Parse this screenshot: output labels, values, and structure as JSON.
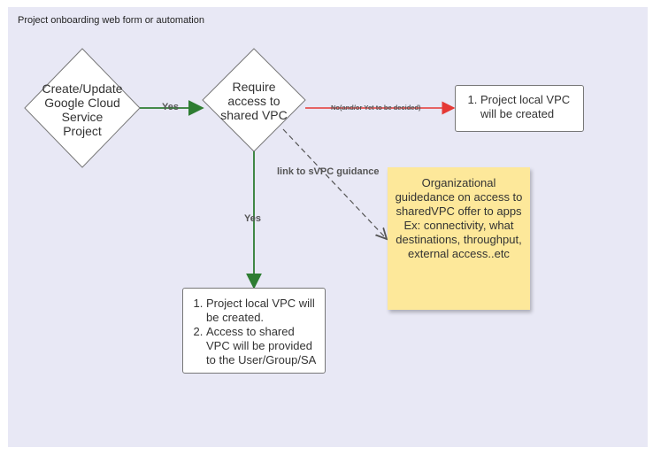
{
  "frame": {
    "title": "Project onboarding web form or automation"
  },
  "nodes": {
    "start": {
      "lines": [
        "Create/Update",
        "Google Cloud",
        "Service",
        "Project"
      ]
    },
    "decision": {
      "lines": [
        "Require",
        "access to",
        "shared VPC"
      ]
    },
    "local_vpc_box": {
      "items": [
        "Project local VPC will be created"
      ]
    },
    "shared_box": {
      "items": [
        "Project local VPC will be created.",
        "Access to shared VPC will be provided to the User/Group/SA"
      ]
    },
    "note": {
      "lines": [
        "Organizational guidedance on access to sharedVPC offer to apps",
        "Ex: connectivity, what destinations, throughput, external access..etc"
      ]
    }
  },
  "edges": {
    "start_to_decision": "Yes",
    "decision_no": "No(and/or Yet to be decided)",
    "decision_yes_down": "Yes",
    "guidance_link": "link to sVPC guidance"
  },
  "colors": {
    "background": "#e8e8f5",
    "yes_arrow": "#2e7d32",
    "no_arrow": "#e53935",
    "dashed_arrow": "#555555",
    "sticky": "#fde89a"
  }
}
